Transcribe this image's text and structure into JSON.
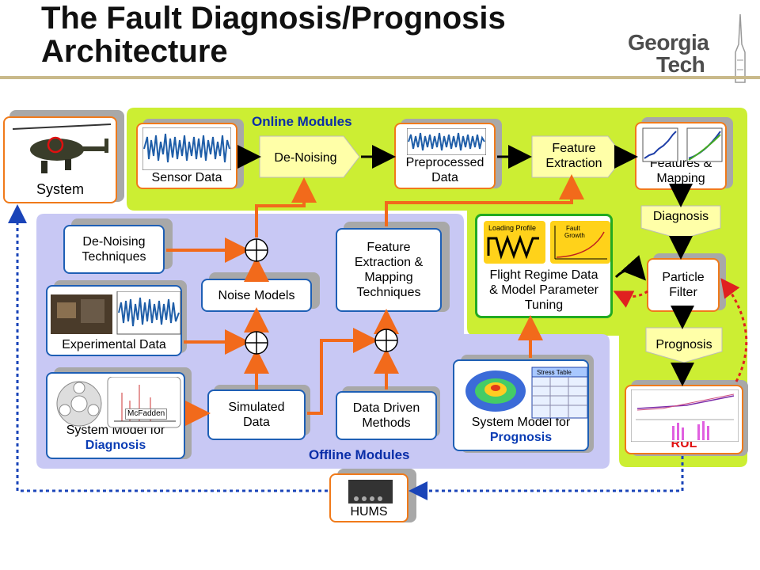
{
  "slide": {
    "title_line1": "The Fault Diagnosis/Prognosis",
    "title_line2": "Architecture",
    "logo_line1": "Georgia",
    "logo_line2": "Tech"
  },
  "online": {
    "section_label": "Online Modules",
    "system": "System",
    "sensor_data": "Sensor Data",
    "denoising": "De-Noising",
    "preprocessed_line1": "Preprocessed",
    "preprocessed_line2": "Data",
    "feature_extraction_line1": "Feature",
    "feature_extraction_line2": "Extraction",
    "features_mapping_line1": "Features &",
    "features_mapping_line2": "Mapping",
    "diagnosis": "Diagnosis",
    "particle_filter_line1": "Particle",
    "particle_filter_line2": "Filter",
    "prognosis": "Prognosis",
    "rul": "RUL",
    "flight_regime_line1": "Flight Regime Data",
    "flight_regime_line2": "& Model Parameter",
    "flight_regime_line3": "Tuning",
    "loading_profile": "Loading Profile",
    "fault_growth_line1": "Fault",
    "fault_growth_line2": "Growth"
  },
  "offline": {
    "section_label": "Offline Modules",
    "denoising_tech_line1": "De-Noising",
    "denoising_tech_line2": "Techniques",
    "noise_models": "Noise Models",
    "experimental_data": "Experimental Data",
    "system_model_diag_line1": "System Model for",
    "system_model_diag_line2": "Diagnosis",
    "mcfadden": "McFadden",
    "simulated_data_line1": "Simulated",
    "simulated_data_line2": "Data",
    "feature_mapping_tech_line1": "Feature",
    "feature_mapping_tech_line2": "Extraction &",
    "feature_mapping_tech_line3": "Mapping",
    "feature_mapping_tech_line4": "Techniques",
    "data_driven_line1": "Data Driven",
    "data_driven_line2": "Methods",
    "system_model_prog_line1": "System Model for",
    "system_model_prog_line2": "Prognosis",
    "stress_table": "Stress Table"
  },
  "hums": "HUMS",
  "colors": {
    "online_bg": "#ccee33",
    "offline_bg": "#c8c8f4",
    "orange_arrow": "#f26a1b",
    "blue_dotted": "#1a44b8",
    "red_dotted": "#e02020",
    "yellow_box": "#ffffa8"
  }
}
